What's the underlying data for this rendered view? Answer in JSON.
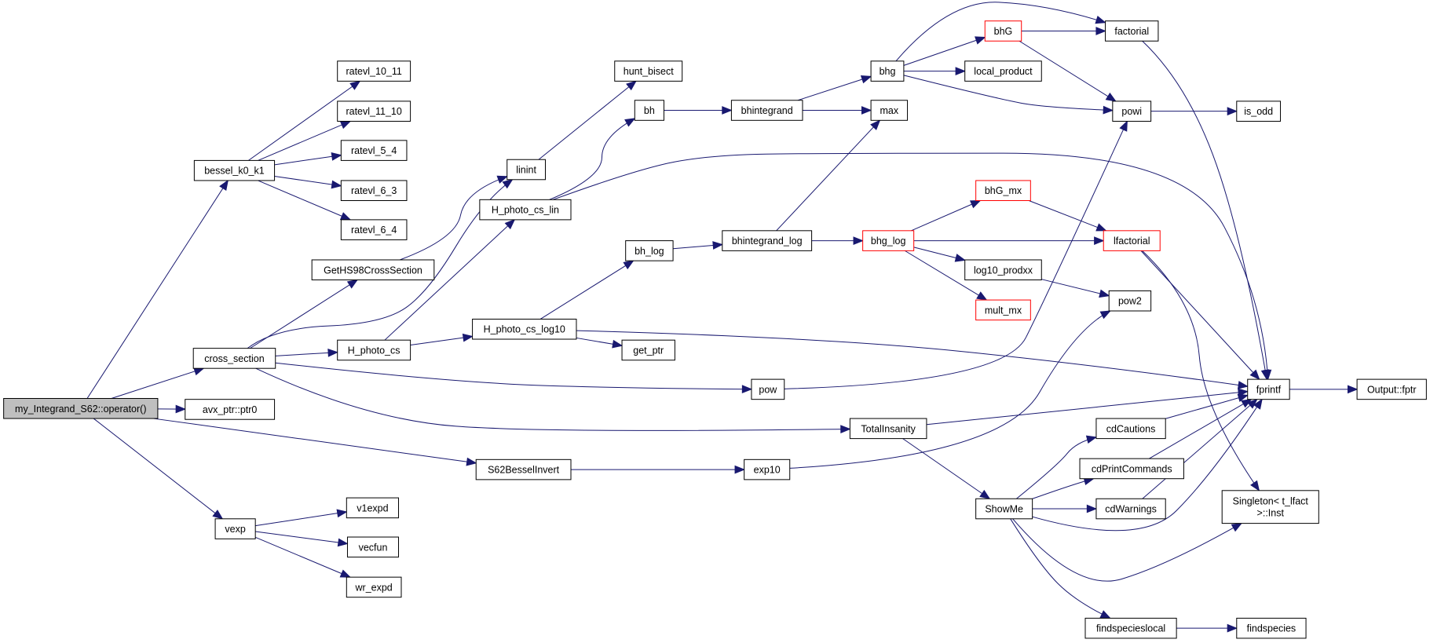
{
  "nodes": [
    {
      "id": "root",
      "label": "my_Integrand_S62::operator()",
      "kind": "root"
    },
    {
      "id": "bessel",
      "label": "bessel_k0_k1",
      "kind": "normal"
    },
    {
      "id": "r1011",
      "label": "ratevl_10_11",
      "kind": "normal"
    },
    {
      "id": "r1110",
      "label": "ratevl_11_10",
      "kind": "normal"
    },
    {
      "id": "r54",
      "label": "ratevl_5_4",
      "kind": "normal"
    },
    {
      "id": "r63",
      "label": "ratevl_6_3",
      "kind": "normal"
    },
    {
      "id": "r64",
      "label": "ratevl_6_4",
      "kind": "normal"
    },
    {
      "id": "cross",
      "label": "cross_section",
      "kind": "normal"
    },
    {
      "id": "avx",
      "label": "avx_ptr::ptr0",
      "kind": "normal"
    },
    {
      "id": "vexp",
      "label": "vexp",
      "kind": "normal"
    },
    {
      "id": "v1expd",
      "label": "v1expd",
      "kind": "normal"
    },
    {
      "id": "vecfun",
      "label": "vecfun",
      "kind": "normal"
    },
    {
      "id": "wrexpd",
      "label": "wr_expd",
      "kind": "normal"
    },
    {
      "id": "geths",
      "label": "GetHS98CrossSection",
      "kind": "normal"
    },
    {
      "id": "linint",
      "label": "linint",
      "kind": "normal"
    },
    {
      "id": "hunt",
      "label": "hunt_bisect",
      "kind": "normal"
    },
    {
      "id": "hpcslin",
      "label": "H_photo_cs_lin",
      "kind": "normal"
    },
    {
      "id": "hpcs",
      "label": "H_photo_cs",
      "kind": "normal"
    },
    {
      "id": "hpcslog",
      "label": "H_photo_cs_log10",
      "kind": "normal"
    },
    {
      "id": "s62",
      "label": "S62BesselInvert",
      "kind": "normal"
    },
    {
      "id": "bh",
      "label": "bh",
      "kind": "normal"
    },
    {
      "id": "bhlog",
      "label": "bh_log",
      "kind": "normal"
    },
    {
      "id": "getptr",
      "label": "get_ptr",
      "kind": "normal"
    },
    {
      "id": "pow",
      "label": "pow",
      "kind": "normal"
    },
    {
      "id": "exp10",
      "label": "exp10",
      "kind": "normal"
    },
    {
      "id": "bhint",
      "label": "bhintegrand",
      "kind": "normal"
    },
    {
      "id": "bhintlog",
      "label": "bhintegrand_log",
      "kind": "normal"
    },
    {
      "id": "bhg",
      "label": "bhg",
      "kind": "normal"
    },
    {
      "id": "max",
      "label": "max",
      "kind": "normal"
    },
    {
      "id": "bhglog",
      "label": "bhg_log",
      "kind": "red"
    },
    {
      "id": "total",
      "label": "TotalInsanity",
      "kind": "normal"
    },
    {
      "id": "bhG",
      "label": "bhG",
      "kind": "red"
    },
    {
      "id": "localprod",
      "label": "local_product",
      "kind": "normal"
    },
    {
      "id": "bhGmx",
      "label": "bhG_mx",
      "kind": "red"
    },
    {
      "id": "log10prod",
      "label": "log10_prodxx",
      "kind": "normal"
    },
    {
      "id": "multmx",
      "label": "mult_mx",
      "kind": "red"
    },
    {
      "id": "showme",
      "label": "ShowMe",
      "kind": "normal"
    },
    {
      "id": "factorial",
      "label": "factorial",
      "kind": "normal"
    },
    {
      "id": "powi",
      "label": "powi",
      "kind": "normal"
    },
    {
      "id": "lfact",
      "label": "lfactorial",
      "kind": "red"
    },
    {
      "id": "pow2",
      "label": "pow2",
      "kind": "normal"
    },
    {
      "id": "cdcaut",
      "label": "cdCautions",
      "kind": "normal"
    },
    {
      "id": "cdprint",
      "label": "cdPrintCommands",
      "kind": "normal"
    },
    {
      "id": "cdwarn",
      "label": "cdWarnings",
      "kind": "normal"
    },
    {
      "id": "findlocal",
      "label": "findspecieslocal",
      "kind": "normal"
    },
    {
      "id": "isodd",
      "label": "is_odd",
      "kind": "normal"
    },
    {
      "id": "fprintf",
      "label": "fprintf",
      "kind": "normal"
    },
    {
      "id": "singleton",
      "label": "Singleton< t_lfact\n >::Inst",
      "kind": "normal"
    },
    {
      "id": "findsp",
      "label": "findspecies",
      "kind": "normal"
    },
    {
      "id": "output",
      "label": "Output::fptr",
      "kind": "normal"
    }
  ],
  "edges": [
    {
      "from": "root",
      "to": "bessel"
    },
    {
      "from": "root",
      "to": "cross"
    },
    {
      "from": "root",
      "to": "avx"
    },
    {
      "from": "root",
      "to": "s62"
    },
    {
      "from": "root",
      "to": "vexp"
    },
    {
      "from": "bessel",
      "to": "r1011"
    },
    {
      "from": "bessel",
      "to": "r1110"
    },
    {
      "from": "bessel",
      "to": "r54"
    },
    {
      "from": "bessel",
      "to": "r63"
    },
    {
      "from": "bessel",
      "to": "r64"
    },
    {
      "from": "vexp",
      "to": "v1expd"
    },
    {
      "from": "vexp",
      "to": "vecfun"
    },
    {
      "from": "vexp",
      "to": "wrexpd"
    },
    {
      "from": "cross",
      "to": "geths"
    },
    {
      "from": "cross",
      "to": "linint"
    },
    {
      "from": "cross",
      "to": "hpcs"
    },
    {
      "from": "cross",
      "to": "pow"
    },
    {
      "from": "cross",
      "to": "total"
    },
    {
      "from": "geths",
      "to": "linint"
    },
    {
      "from": "linint",
      "to": "hunt"
    },
    {
      "from": "hpcs",
      "to": "hpcslin"
    },
    {
      "from": "hpcs",
      "to": "hpcslog"
    },
    {
      "from": "hpcslin",
      "to": "bh"
    },
    {
      "from": "hpcslin",
      "to": "fprintf"
    },
    {
      "from": "hpcslog",
      "to": "bhlog"
    },
    {
      "from": "hpcslog",
      "to": "getptr"
    },
    {
      "from": "hpcslog",
      "to": "fprintf"
    },
    {
      "from": "bh",
      "to": "bhint"
    },
    {
      "from": "bhint",
      "to": "bhg"
    },
    {
      "from": "bhint",
      "to": "max"
    },
    {
      "from": "bhlog",
      "to": "bhintlog"
    },
    {
      "from": "bhintlog",
      "to": "max"
    },
    {
      "from": "bhintlog",
      "to": "bhglog"
    },
    {
      "from": "bhg",
      "to": "factorial"
    },
    {
      "from": "bhg",
      "to": "bhG"
    },
    {
      "from": "bhg",
      "to": "localprod"
    },
    {
      "from": "bhg",
      "to": "powi"
    },
    {
      "from": "bhG",
      "to": "factorial"
    },
    {
      "from": "bhG",
      "to": "powi"
    },
    {
      "from": "bhglog",
      "to": "bhGmx"
    },
    {
      "from": "bhglog",
      "to": "lfact"
    },
    {
      "from": "bhglog",
      "to": "log10prod"
    },
    {
      "from": "bhglog",
      "to": "multmx"
    },
    {
      "from": "bhGmx",
      "to": "lfact"
    },
    {
      "from": "log10prod",
      "to": "pow2"
    },
    {
      "from": "pow",
      "to": "powi"
    },
    {
      "from": "s62",
      "to": "exp10"
    },
    {
      "from": "exp10",
      "to": "pow2"
    },
    {
      "from": "total",
      "to": "fprintf"
    },
    {
      "from": "total",
      "to": "showme"
    },
    {
      "from": "showme",
      "to": "cdcaut"
    },
    {
      "from": "showme",
      "to": "cdprint"
    },
    {
      "from": "showme",
      "to": "cdwarn"
    },
    {
      "from": "showme",
      "to": "fprintf"
    },
    {
      "from": "showme",
      "to": "singleton"
    },
    {
      "from": "showme",
      "to": "findlocal"
    },
    {
      "from": "cdcaut",
      "to": "fprintf"
    },
    {
      "from": "cdprint",
      "to": "fprintf"
    },
    {
      "from": "cdwarn",
      "to": "fprintf"
    },
    {
      "from": "findlocal",
      "to": "findsp"
    },
    {
      "from": "factorial",
      "to": "fprintf"
    },
    {
      "from": "powi",
      "to": "isodd"
    },
    {
      "from": "lfact",
      "to": "fprintf"
    },
    {
      "from": "lfact",
      "to": "singleton"
    },
    {
      "from": "fprintf",
      "to": "output"
    }
  ],
  "colors": {
    "edge": "#191970",
    "root_fill": "#bfbfbf",
    "normal_border": "#000000",
    "red_border": "#ff0000"
  }
}
